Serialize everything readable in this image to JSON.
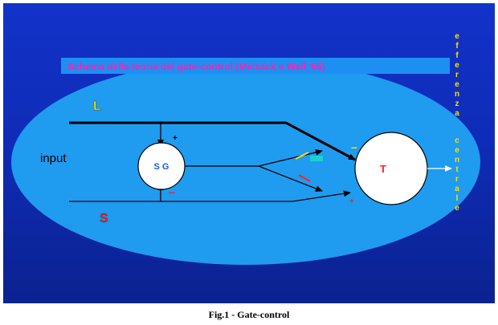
{
  "diagram": {
    "title": "Schema della teoria del gate-control (Melzack e Wall '65)",
    "label_L": "L",
    "label_input": "input",
    "label_S": "S",
    "label_SG": "S G",
    "label_T": "T",
    "sign_plus_L": "+",
    "sign_minus_SG": "–",
    "sign_minus_T": "–",
    "sign_plus_S": "+",
    "vertical_label_top": "efferenza",
    "vertical_label_bottom": "centrale"
  },
  "caption": "Fig.1 - Gate-control"
}
